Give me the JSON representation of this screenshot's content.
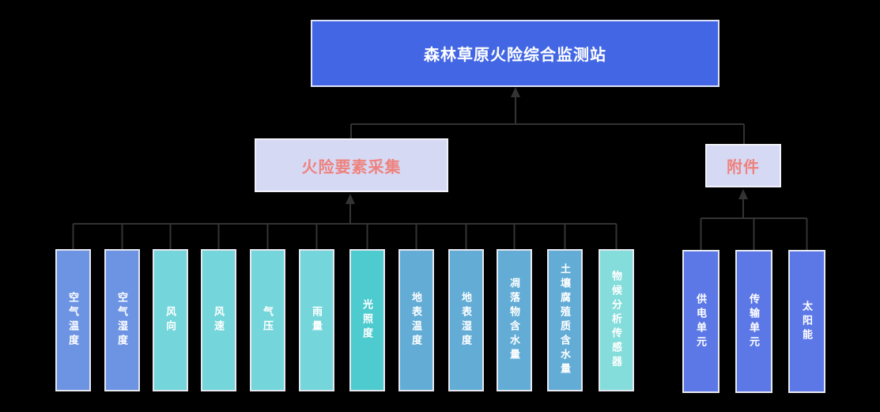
{
  "diagram": {
    "background_color": "#000000",
    "connector_color": "#333333",
    "root": {
      "label": "森林草原火险综合监测站",
      "fill": "#4367E4",
      "text_color": "#FFFFFF"
    },
    "branches": {
      "collection": {
        "label": "火险要素采集",
        "fill": "#D6D9F4",
        "text_color": "#EE827E"
      },
      "accessories": {
        "label": "附件",
        "fill": "#D6D9F4",
        "text_color": "#EE827E"
      }
    },
    "sensors": [
      {
        "label": "空气温度",
        "color": "#6D93E3"
      },
      {
        "label": "空气湿度",
        "color": "#6D93E3"
      },
      {
        "label": "风向",
        "color": "#74D6DA"
      },
      {
        "label": "风速",
        "color": "#74D6DA"
      },
      {
        "label": "气压",
        "color": "#74D6DA"
      },
      {
        "label": "雨量",
        "color": "#74D6DA"
      },
      {
        "label": "光照度",
        "color": "#4DCBCF"
      },
      {
        "label": "地表温度",
        "color": "#62ACD6"
      },
      {
        "label": "地表湿度",
        "color": "#62ACD6"
      },
      {
        "label": "凋落物含水量",
        "color": "#62ACD6"
      },
      {
        "label": "土壤腐殖质含水量",
        "color": "#62ACD6"
      },
      {
        "label": "物候分析传感器",
        "color": "#84DCDB"
      }
    ],
    "accessory_units": [
      {
        "label": "供电单元",
        "color": "#5C78E6"
      },
      {
        "label": "传输单元",
        "color": "#5C78E6"
      },
      {
        "label": "太阳能",
        "color": "#5C78E6"
      }
    ]
  }
}
